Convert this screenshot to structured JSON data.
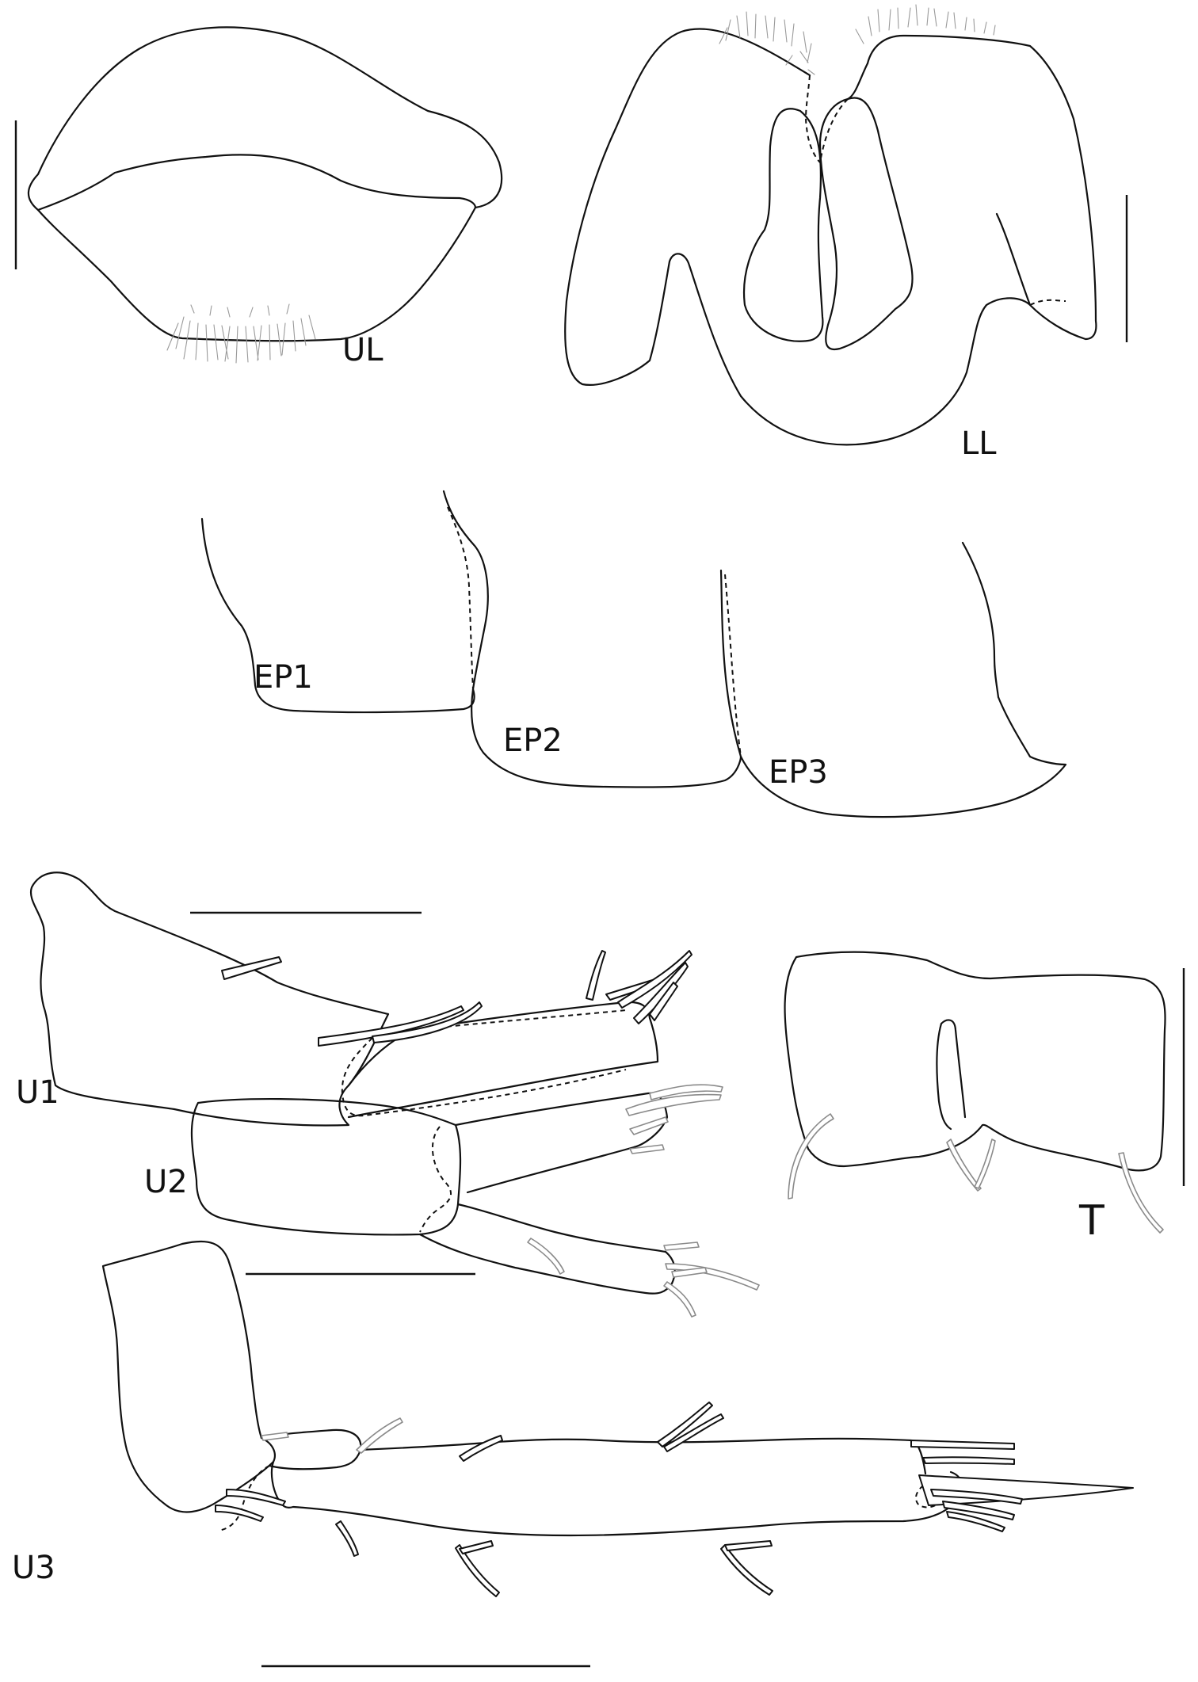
{
  "figure": {
    "panels": [
      {
        "id": "ul",
        "label": "UL"
      },
      {
        "id": "ll",
        "label": "LL"
      },
      {
        "id": "ep1",
        "label": "EP1"
      },
      {
        "id": "ep2",
        "label": "EP2"
      },
      {
        "id": "ep3",
        "label": "EP3"
      },
      {
        "id": "u1",
        "label": "U1"
      },
      {
        "id": "u2",
        "label": "U2"
      },
      {
        "id": "u3",
        "label": "U3"
      },
      {
        "id": "t",
        "label": "T"
      }
    ],
    "colors": {
      "line": "#111111",
      "hair": "#9a9a9a",
      "background": "#ffffff"
    }
  }
}
